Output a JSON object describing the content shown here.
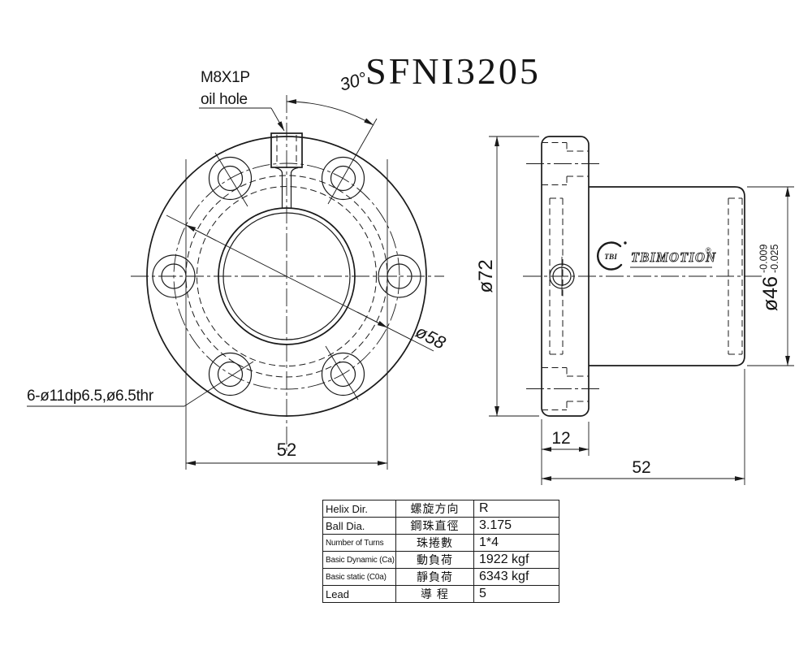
{
  "title": "SFNI3205",
  "front_view": {
    "oil_port_thread": "M8X1P",
    "oil_port_name": "oil hole",
    "hole_angle": "30°",
    "bolt_circle_diameter": "ø58",
    "mounting_holes": "6-ø11dp6.5,ø6.5thr",
    "bolt_span": "52"
  },
  "side_view": {
    "flange_diameter": "ø72",
    "body_diameter": "ø46",
    "body_diameter_tol_upper": "-0.009",
    "body_diameter_tol_lower": "-0.025",
    "flange_thickness": "12",
    "overall_length": "52",
    "logo_monogram": "TBI",
    "logo_brand": "TBIMOTION",
    "logo_registered": "®"
  },
  "spec_table": {
    "rows": [
      {
        "en": "Helix  Dir.",
        "zh": "螺旋方向",
        "value": "R"
      },
      {
        "en": "Ball Dia.",
        "zh": "鋼珠直徑",
        "value": "3.175"
      },
      {
        "en": "Number of Turns",
        "zh": "珠捲數",
        "value": "1*4"
      },
      {
        "en": "Basic Dynamic (Ca)",
        "zh": "動負荷",
        "value": "1922 kgf"
      },
      {
        "en": "Basic static (C0a)",
        "zh": "靜負荷",
        "value": "6343 kgf"
      },
      {
        "en": "Lead",
        "zh": "導  程",
        "value": "5"
      }
    ]
  },
  "colors": {
    "ink": "#1a1a1a",
    "paper": "#ffffff"
  }
}
